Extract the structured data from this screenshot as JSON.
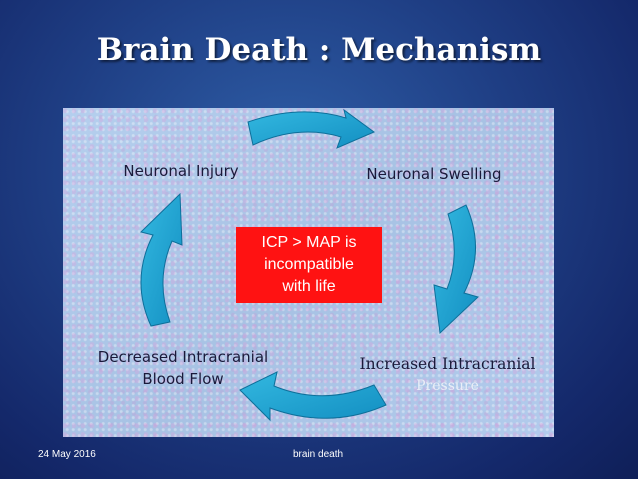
{
  "slide": {
    "title": "Brain Death : Mechanism",
    "footer_date": "24 May 2016",
    "footer_center": "brain death"
  },
  "cycle": {
    "nodes": [
      {
        "lines": [
          "Neuronal Injury"
        ]
      },
      {
        "lines": [
          "Neuronal Swelling"
        ]
      },
      {
        "lines": [
          "Increased Intracranial",
          "Pressure"
        ]
      },
      {
        "lines": [
          "Decreased Intracranial",
          "Blood Flow"
        ]
      }
    ],
    "arrow_color": "#1aa5d3",
    "center_box": {
      "lines": [
        "ICP > MAP is",
        "incompatible",
        "with life"
      ],
      "color": "#ff1212"
    }
  }
}
